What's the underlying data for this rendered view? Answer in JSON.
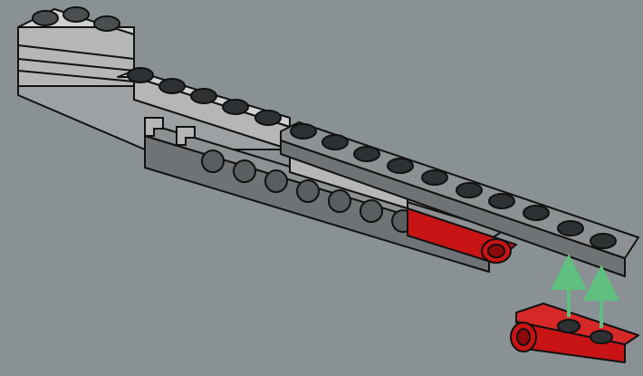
{
  "scene": {
    "kind": "building-instruction-step",
    "background_color": "#8a9194",
    "colors": {
      "light_gray": "#b4b6b8",
      "light_gray_top": "#cfd1d2",
      "dark_gray": "#6f7375",
      "dark_gray_top": "#8d9193",
      "red": "#c81414",
      "red_dark": "#8c0a0a",
      "stud": "#2e3133",
      "stud_top": "#4a4e51",
      "outline": "#111111",
      "arrow_green": "#5fbf7f"
    },
    "parts": [
      "light-gray-brick-stack",
      "light-gray-plate-1x6",
      "dark-gray-technic-beam",
      "dark-gray-plate-1x10",
      "red-pin-connector",
      "red-plate-1x2-with-pin-hole",
      "attach-arrows"
    ],
    "arrow_count": 2
  }
}
